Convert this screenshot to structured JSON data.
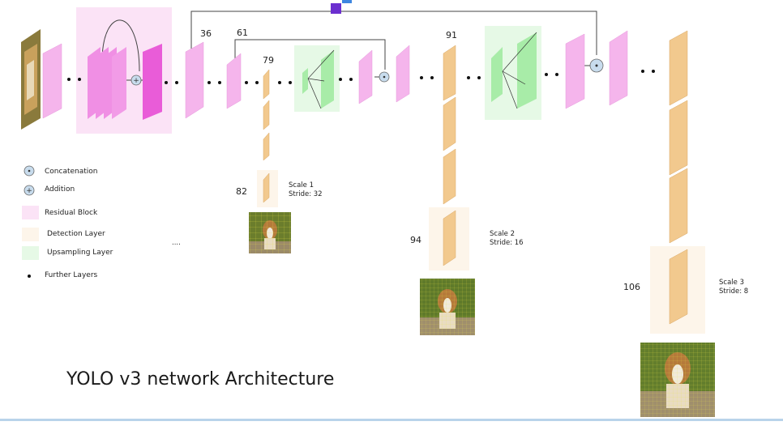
{
  "title": "YOLO v3 network Architecture",
  "layer_numbers": {
    "l36": "36",
    "l61": "61",
    "l79": "79",
    "l82": "82",
    "l91": "91",
    "l94": "94",
    "l106": "106"
  },
  "scales": [
    {
      "label": "Scale 1",
      "stride": "Stride: 32"
    },
    {
      "label": "Scale 2",
      "stride": "Stride: 16"
    },
    {
      "label": "Scale 3",
      "stride": "Stride: 8"
    }
  ],
  "legend": {
    "concatenation": "Concatenation",
    "addition": "Addition",
    "residual": "Residual Block",
    "detection": "Detection Layer",
    "upsampling": "Upsampling Layer",
    "further": "Further Layers",
    "ellipsis": "...."
  },
  "colors": {
    "residual_bg": "#fbe3f6",
    "residual_layer": "#f5b5ec",
    "residual_layer_dark": "#ef6ee0",
    "detection_bg": "#fdf5ea",
    "detection_layer": "#f2c98e",
    "upsampling_bg": "#e6f9e6",
    "upsampling_layer": "#a8eca8",
    "node": "#c8dced",
    "route": "#6b2fcf",
    "route2": "#3e86e0",
    "bottom_bar": "#b9d3ea"
  }
}
